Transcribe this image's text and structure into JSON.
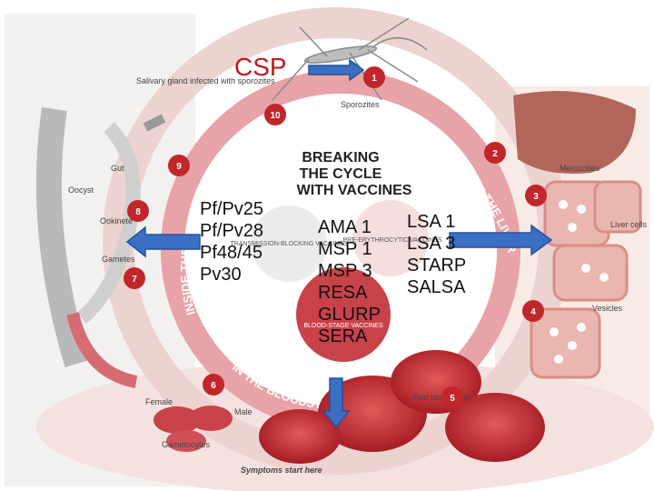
{
  "overlay": {
    "csp": "CSP",
    "left_antigens": [
      "Pf/Pv25",
      "Pf/Pv28",
      "Pf48/45",
      "Pv30"
    ],
    "middle_antigens": [
      "AMA 1",
      "MSP 1",
      "MSP 3",
      "RESA",
      "GLURP",
      "SERA"
    ],
    "right_antigens": [
      "LSA 1",
      "LSA 3",
      "STARP",
      "SALSA"
    ]
  },
  "diagram": {
    "title_lines": [
      "BREAKING",
      "THE CYCLE",
      "WITH VACCINES"
    ],
    "ring_inside_mosquito": "INSIDE THE MOSQUITO",
    "ring_in_the_liver": "IN THE LIVER",
    "ring_in_the_bloodstream": "IN THE BLOODSTREAM",
    "labels": {
      "salivary_gland": "Salivary gland infected with sporozites",
      "sporozites": "Sporozites",
      "gut": "Gut",
      "oocyst": "Oocyst",
      "ookinete": "Ookinete",
      "gametes": "Gametes",
      "merozoites": "Merozoites",
      "liver_cells": "Liver cells",
      "vesicles": "Vesicles",
      "red_blood_cells": "Red blood cells",
      "female": "Female",
      "male": "Male",
      "gametocytes": "Gametocytes",
      "symptoms": "Symptoms start here",
      "pre_erythrocytic": "PRE-ERYTHROCYTIC VACCINES",
      "transmission_blocking": "TRANSMISSION-BLOCKING VACCINES",
      "blood_stage": "BLOOD-STAGE VACCINES"
    },
    "step_numbers": [
      "1",
      "2",
      "3",
      "4",
      "5",
      "6",
      "7",
      "8",
      "9",
      "10"
    ]
  },
  "colors": {
    "arrow_blue": "#3a6fc4",
    "step_red": "#c0262c",
    "ring_pink": "#e7a3a7",
    "csp_red": "#c0171f"
  }
}
